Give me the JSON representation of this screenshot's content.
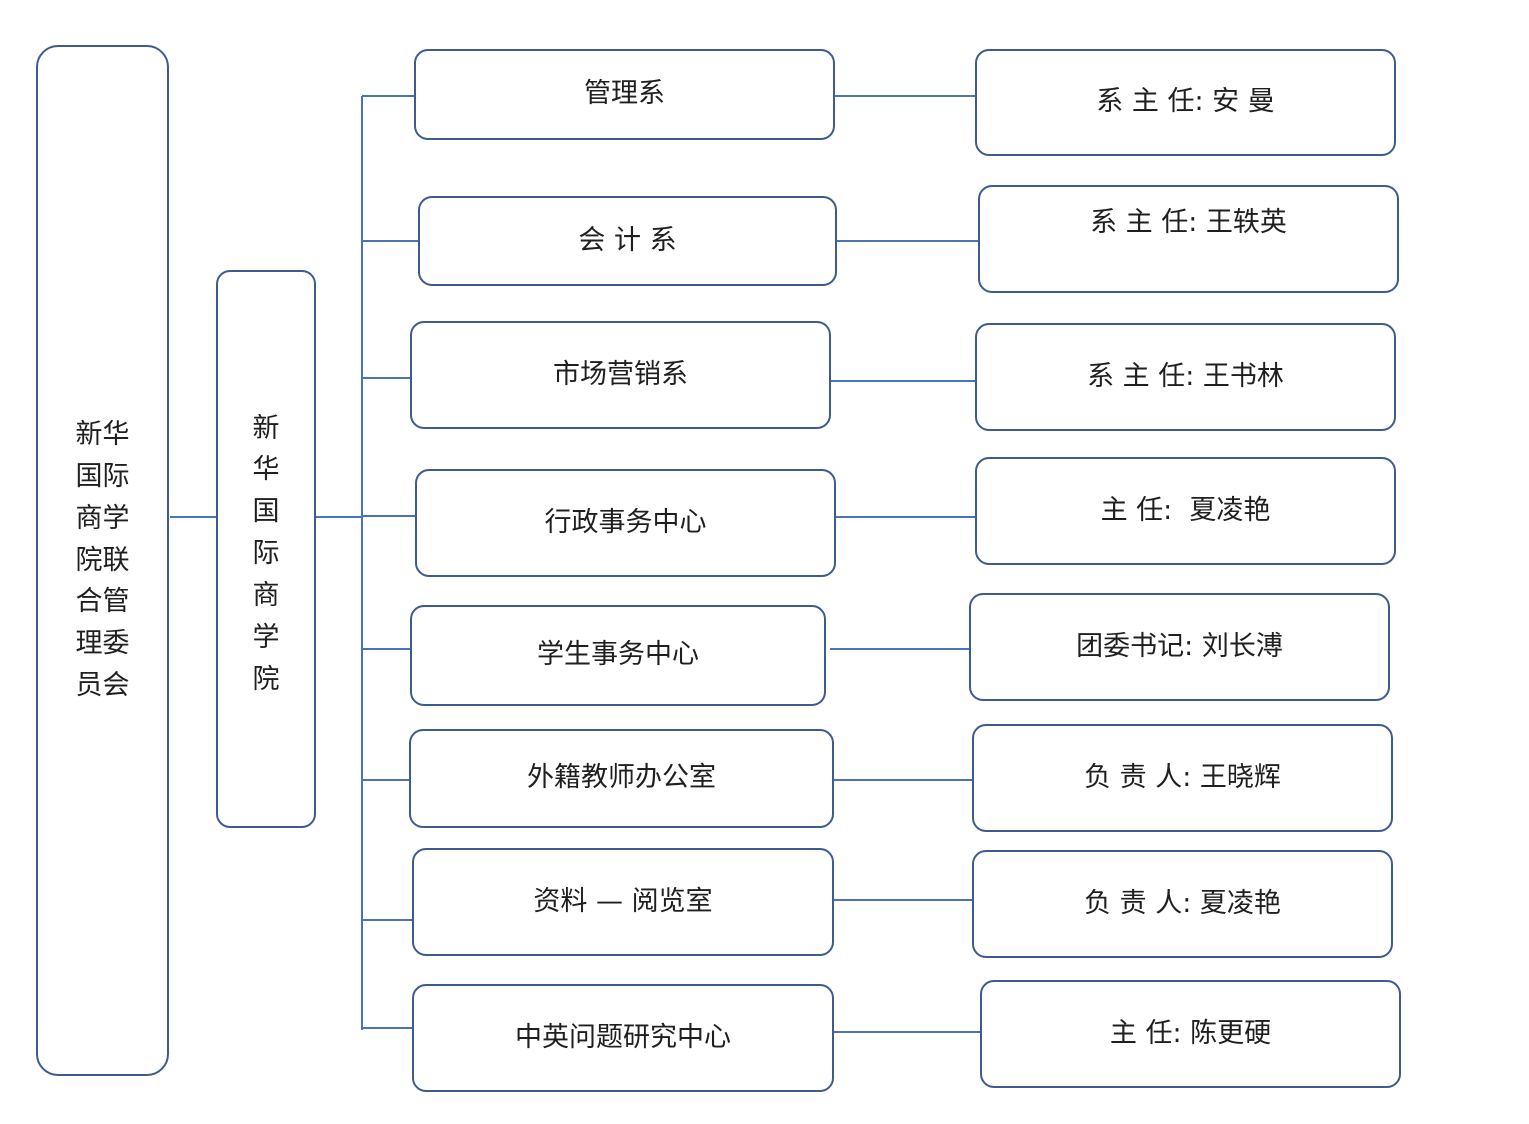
{
  "root": {
    "label": "新华\n国际\n商学\n院联\n合管\n理委\n员会"
  },
  "school": {
    "label": "新\n华\n国\n际\n商\n学\n院"
  },
  "departments": [
    {
      "name": "管理系",
      "head": "系 主 任: 安 曼"
    },
    {
      "name": "会 计 系",
      "head": "系 主 任: 王轶英"
    },
    {
      "name": "市场营销系",
      "head": "系 主 任: 王书林"
    },
    {
      "name": "行政事务中心",
      "head": "主 任:  夏凌艳"
    },
    {
      "name": "学生事务中心",
      "head": "团委书记: 刘长溥"
    },
    {
      "name": "外籍教师办公室",
      "head": "负 责 人: 王晓辉"
    },
    {
      "name": "资料 — 阅览室",
      "head": "负 责 人: 夏凌艳"
    },
    {
      "name": "中英问题研究中心",
      "head": "主 任: 陈更硬"
    }
  ],
  "colors": {
    "box_border": "#3e5b8f",
    "connector": "#4a74b5"
  }
}
